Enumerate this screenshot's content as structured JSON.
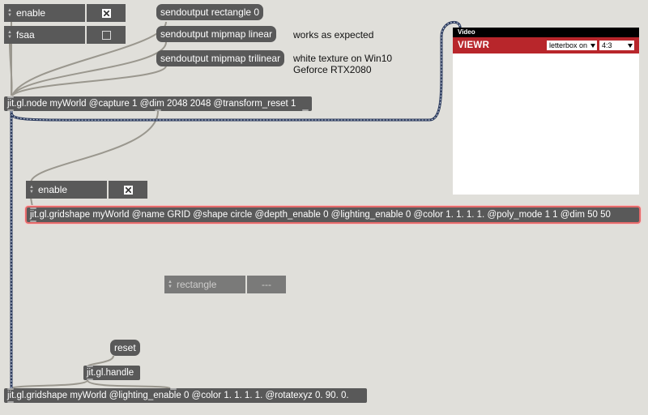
{
  "toggles": {
    "enable_label": "enable",
    "fsaa_label": "fsaa",
    "enable2_label": "enable"
  },
  "messages": {
    "rectangle": "sendoutput rectangle 0",
    "mipmap_linear": "sendoutput mipmap linear",
    "mipmap_trilinear": "sendoutput mipmap trilinear",
    "reset": "reset"
  },
  "comments": {
    "works": "works as expected",
    "white_texture": "white texture on Win10\nGeforce RTX2080"
  },
  "objects": {
    "node": "jit.gl.node myWorld @capture 1 @dim 2048 2048 @transform_reset 1",
    "grid": "jit.gl.gridshape myWorld @name GRID @shape circle @depth_enable 0 @lighting_enable 0 @color 1. 1. 1. 1. @poly_mode 1 1 @dim 50 50",
    "handle": "jit.gl.handle",
    "shape": "jit.gl.gridshape myWorld @lighting_enable 0 @color 1. 1. 1. 1. @rotatexyz 0. 90. 0."
  },
  "rectangle_attr": {
    "label": "rectangle",
    "value": "---"
  },
  "viewer": {
    "window_title": "Video",
    "name": "VIEWR",
    "letterbox": "letterbox on",
    "aspect": "4:3"
  },
  "colors": {
    "canvas": "#e0dfda",
    "object": "#595959",
    "patch_cord": "#9a978e",
    "matrix_cord_light": "#cfd8e8",
    "matrix_cord_dark": "#2b3a5c",
    "viewer_header": "#b8262b",
    "selected_outline": "#e46a6a"
  },
  "icons": {
    "checkbox_checked": "x-check-icon",
    "attr_arrows": "up-down-arrows-icon",
    "dropdown": "triangle-down-icon"
  }
}
